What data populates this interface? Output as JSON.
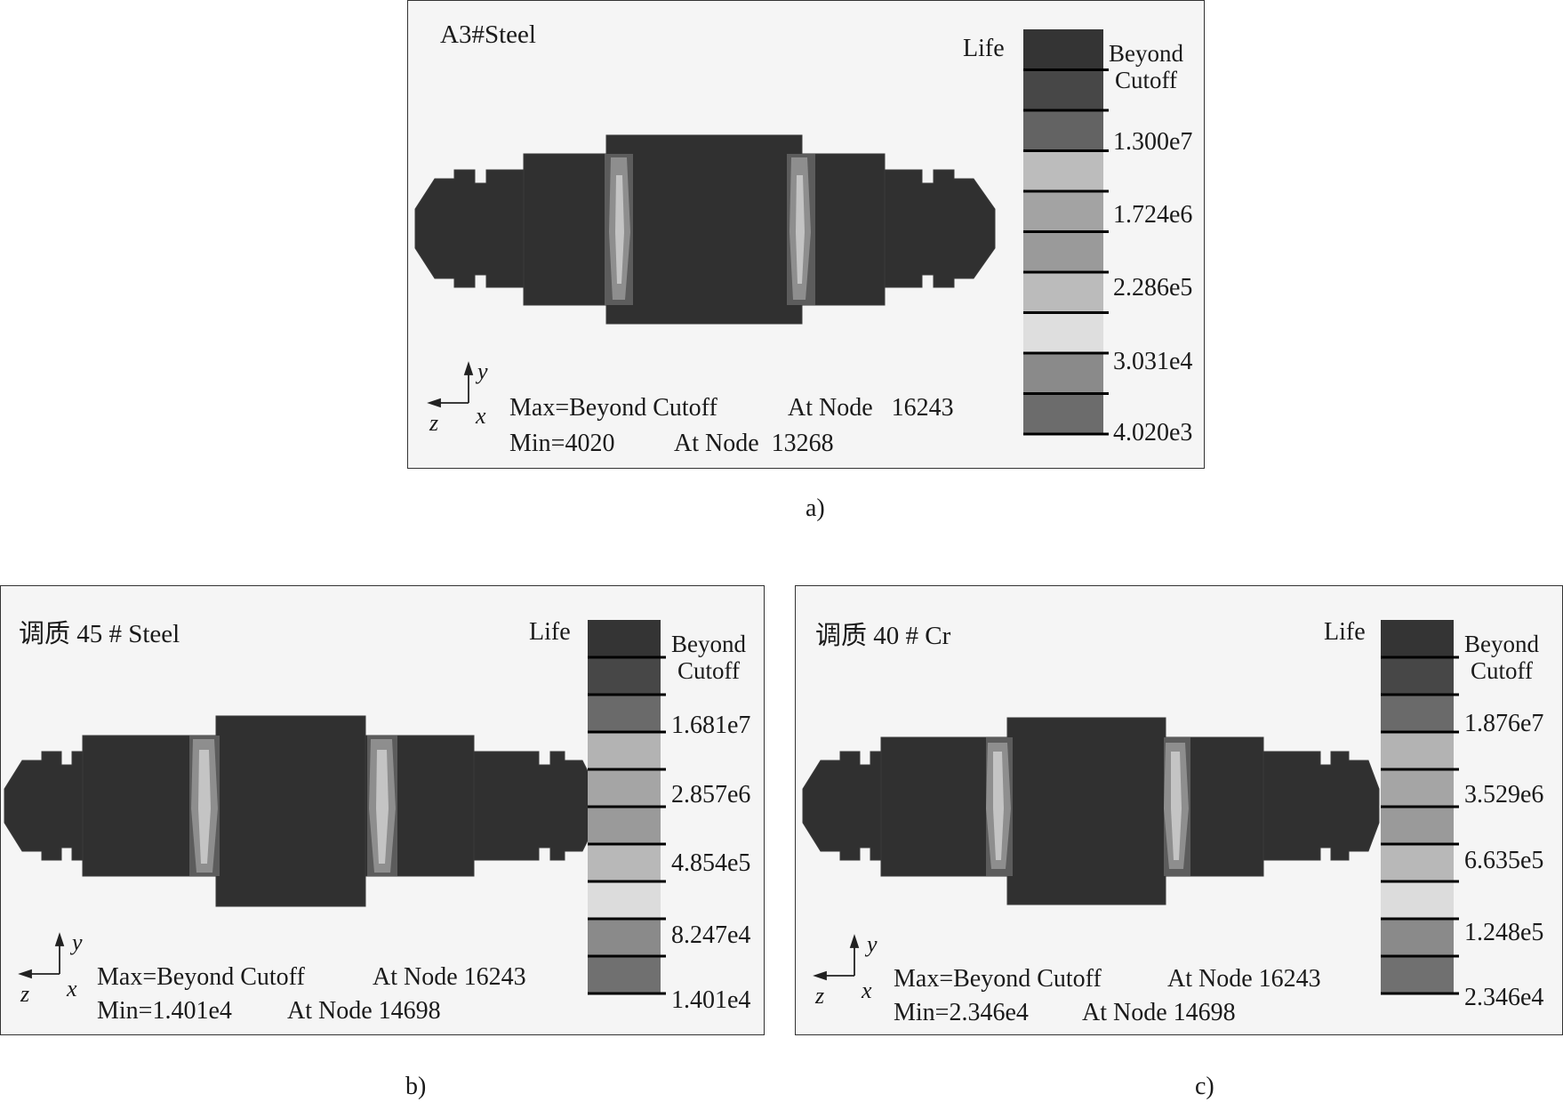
{
  "panels": [
    {
      "title": "A3#Steel",
      "legend": {
        "label": "Life",
        "top_label": [
          "Beyond",
          "Cutoff"
        ],
        "ticks": [
          "1.300e7",
          "1.724e6",
          "2.286e5",
          "3.031e4",
          "4.020e3"
        ],
        "band_colors": [
          "#343434",
          "#474747",
          "#636363",
          "#bcbcbc",
          "#a3a3a3",
          "#9a9a9a",
          "#bbbbbb",
          "#dedede",
          "#8a8a8a",
          "#6c6c6c"
        ]
      },
      "max_text": "Max=Beyond Cutoff",
      "max_node": "At Node   16243",
      "min_text": "Min=4020",
      "min_node": "At Node  13268",
      "caption": "a)"
    },
    {
      "title": "调质 45 # Steel",
      "legend": {
        "label": "Life",
        "top_label": [
          "Beyond",
          "Cutoff"
        ],
        "ticks": [
          "1.681e7",
          "2.857e6",
          "4.854e5",
          "8.247e4",
          "1.401e4"
        ],
        "band_colors": [
          "#343434",
          "#474747",
          "#6a6a6a",
          "#b3b3b3",
          "#a5a5a5",
          "#9a9a9a",
          "#b8b8b8",
          "#dcdcdc",
          "#8a8a8a",
          "#707070"
        ]
      },
      "max_text": "Max=Beyond Cutoff",
      "max_node": "At Node 16243",
      "min_text": "Min=1.401e4",
      "min_node": "At Node 14698",
      "caption": "b)"
    },
    {
      "title": "调质 40 # Cr",
      "legend": {
        "label": "Life",
        "top_label": [
          "Beyond",
          "Cutoff"
        ],
        "ticks": [
          "1.876e7",
          "3.529e6",
          "6.635e5",
          "1.248e5",
          "2.346e4"
        ],
        "band_colors": [
          "#343434",
          "#474747",
          "#6a6a6a",
          "#b3b3b3",
          "#a5a5a5",
          "#9a9a9a",
          "#b8b8b8",
          "#dcdcdc",
          "#8a8a8a",
          "#707070"
        ]
      },
      "max_text": "Max=Beyond Cutoff",
      "max_node": "At Node 16243",
      "min_text": "Min=2.346e4",
      "min_node": "At Node 14698",
      "caption": "c)"
    }
  ],
  "axis_labels": {
    "y": "y",
    "x": "x",
    "z": "z"
  },
  "colors": {
    "shaft": "#303030",
    "shaft_edge": "#3c3c3c",
    "hotspot": "#8e8e8e",
    "hotspot_core": "#c4c4c4"
  }
}
